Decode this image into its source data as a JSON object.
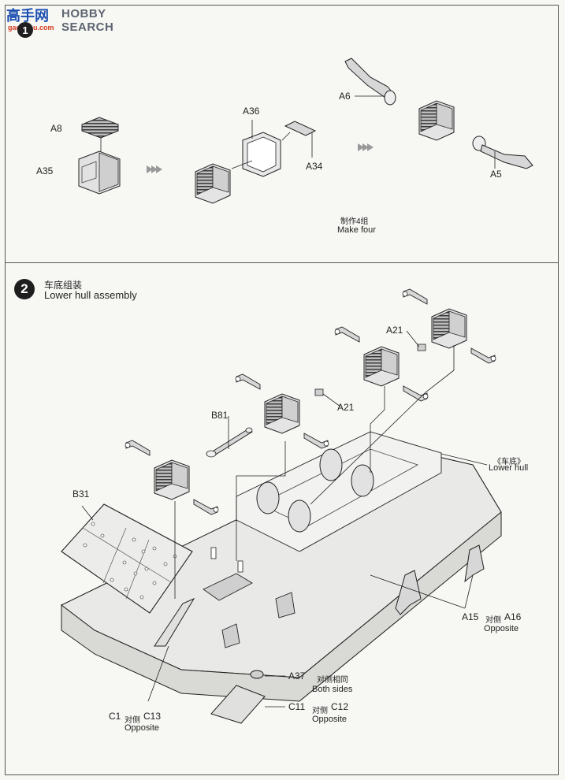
{
  "watermark": {
    "logo": "高手网",
    "search": "HOBBY SEARCH",
    "domain": "gaoshou.com"
  },
  "step1": {
    "number": "1",
    "parts": {
      "a8": "A8",
      "a35": "A35",
      "a36": "A36",
      "a34": "A34",
      "a6": "A6",
      "a5": "A5"
    },
    "note_cn": "制作4组",
    "note_en": "Make four"
  },
  "step2": {
    "number": "2",
    "title_cn": "车底组装",
    "title_en": "Lower hull assembly",
    "parts": {
      "a21_top": "A21",
      "a21_mid": "A21",
      "b81": "B81",
      "b31": "B31",
      "lower_hull_cn": "《车底》",
      "lower_hull_en": "Lower hull",
      "a15": "A15",
      "a15_opp_cn": "对侧",
      "a16": "A16",
      "a15_opp_en": "Opposite",
      "a37": "A37",
      "a37_note_cn": "对侧相同",
      "a37_note_en": "Both sides",
      "c1": "C1",
      "c1_opp_cn": "对侧",
      "c13": "C13",
      "c1_opp_en": "Opposite",
      "c11": "C11",
      "c11_opp_cn": "对侧",
      "c12": "C12",
      "c11_opp_en": "Opposite"
    }
  }
}
